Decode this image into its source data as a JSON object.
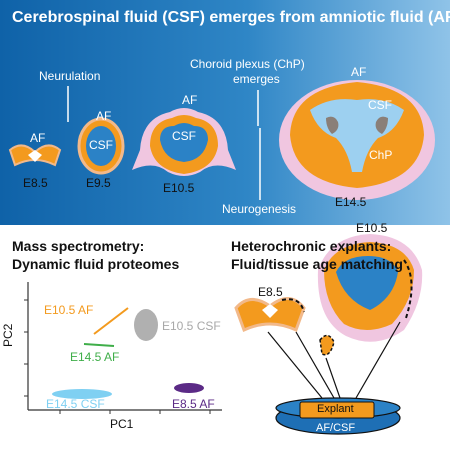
{
  "title": "Cerebrospinal fluid (CSF) emerges from amniotic fluid (AF)",
  "top": {
    "neurulation": "Neurulation",
    "chp_line1": "Choroid plexus (ChP)",
    "chp_line2": "emerges",
    "neurogenesis": "Neurogenesis",
    "af": "AF",
    "csf": "CSF",
    "chp": "ChP",
    "stages": [
      "E8.5",
      "E9.5",
      "E10.5",
      "E14.5"
    ]
  },
  "left_panel": {
    "heading_line1": "Mass spectrometry:",
    "heading_line2": "Dynamic fluid proteomes",
    "xlabel": "PC1",
    "ylabel": "PC2",
    "points": [
      {
        "label": "E10.5 AF",
        "color": "#f39a1e"
      },
      {
        "label": "E10.5 CSF",
        "color": "#b0b0b0"
      },
      {
        "label": "E14.5 AF",
        "color": "#3fae49"
      },
      {
        "label": "E14.5 CSF",
        "color": "#7fd0f2"
      },
      {
        "label": "E8.5 AF",
        "color": "#5b2a86"
      }
    ]
  },
  "right_panel": {
    "heading_line1": "Heterochronic explants:",
    "heading_line2": "Fluid/tissue age matching",
    "e85": "E8.5",
    "e105": "E10.5",
    "explant": "Explant",
    "dish": "AF/CSF"
  },
  "colors": {
    "af_pink": "#f0c6e0",
    "tissue_orange": "#f39a1e",
    "skin": "#f2b98a",
    "csf_blue": "#2b82c6",
    "ventricle_light": "#9dd0f0",
    "chp_gray": "#8a7f78"
  }
}
